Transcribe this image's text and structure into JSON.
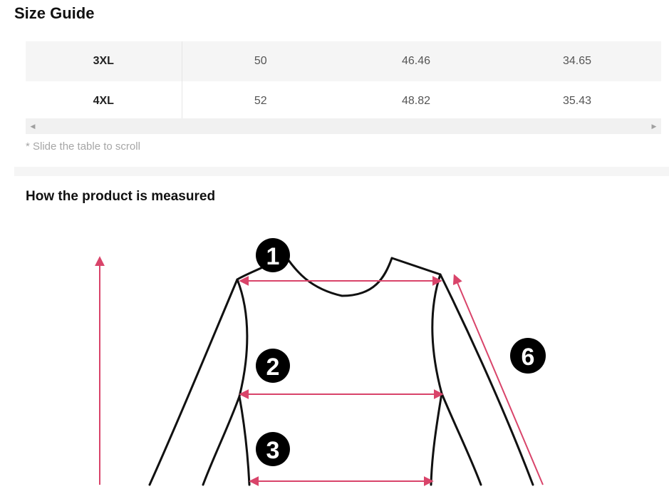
{
  "page": {
    "title": "Size Guide"
  },
  "size_table": {
    "rows": [
      {
        "size": "3XL",
        "c1": "50",
        "c2": "46.46",
        "c3": "34.65"
      },
      {
        "size": "4XL",
        "c1": "52",
        "c2": "48.82",
        "c3": "35.43"
      }
    ],
    "scroll_hint": "* Slide the table to scroll"
  },
  "measurement": {
    "title": "How the product is measured",
    "markers": [
      "1",
      "2",
      "3",
      "6"
    ]
  },
  "colors": {
    "measure_line": "#d9446a",
    "outline": "#111111",
    "marker_fill": "#000000",
    "marker_text": "#ffffff"
  },
  "icons": {
    "scroll_left": "caret-left-icon",
    "scroll_right": "caret-right-icon"
  }
}
